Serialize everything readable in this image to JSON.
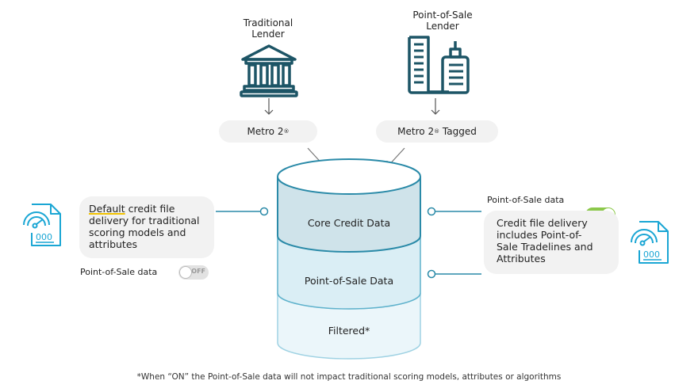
{
  "lenders": {
    "traditional": {
      "title_line1": "Traditional",
      "title_line2": "Lender",
      "icon": "bank-icon",
      "pill_text": "Metro 2",
      "pill_mark": "®"
    },
    "pos": {
      "title_line1": "Point-of-Sale",
      "title_line2": "Lender",
      "icon": "office-buildings-icon",
      "pill_text": "Metro 2",
      "pill_mark": "®",
      "pill_suffix": " Tagged"
    }
  },
  "database": {
    "layers": [
      {
        "label": "Core Credit Data",
        "color": "#cfe3ea"
      },
      {
        "label": "Point-of-Sale Data",
        "color": "#daeef5"
      },
      {
        "label": "Filtered*",
        "color": "#ebf6fa"
      }
    ]
  },
  "left_callout": {
    "underlined_word": "Default",
    "rest_line1": " credit file",
    "line2": "delivery for traditional",
    "line3": "scoring models and",
    "line4": "attributes",
    "toggle_label": "Point-of-Sale data",
    "toggle_state": "OFF"
  },
  "right_callout": {
    "line1": "Credit file delivery",
    "line2": "includes Point-of-",
    "line3": "Sale Tradelines and",
    "line4": "Attributes",
    "toggle_label": "Point-of-Sale data",
    "toggle_state": "ON"
  },
  "footnote": "*When “ON” the Point-of-Sale data will not impact traditional scoring models, attributes or algorithms",
  "colors": {
    "dark_teal": "#1d5566",
    "connector": "#2a8aa8",
    "file_icon": "#1aa6d4",
    "toggle_on": "#8cc84b",
    "highlight": "#f2c200"
  }
}
